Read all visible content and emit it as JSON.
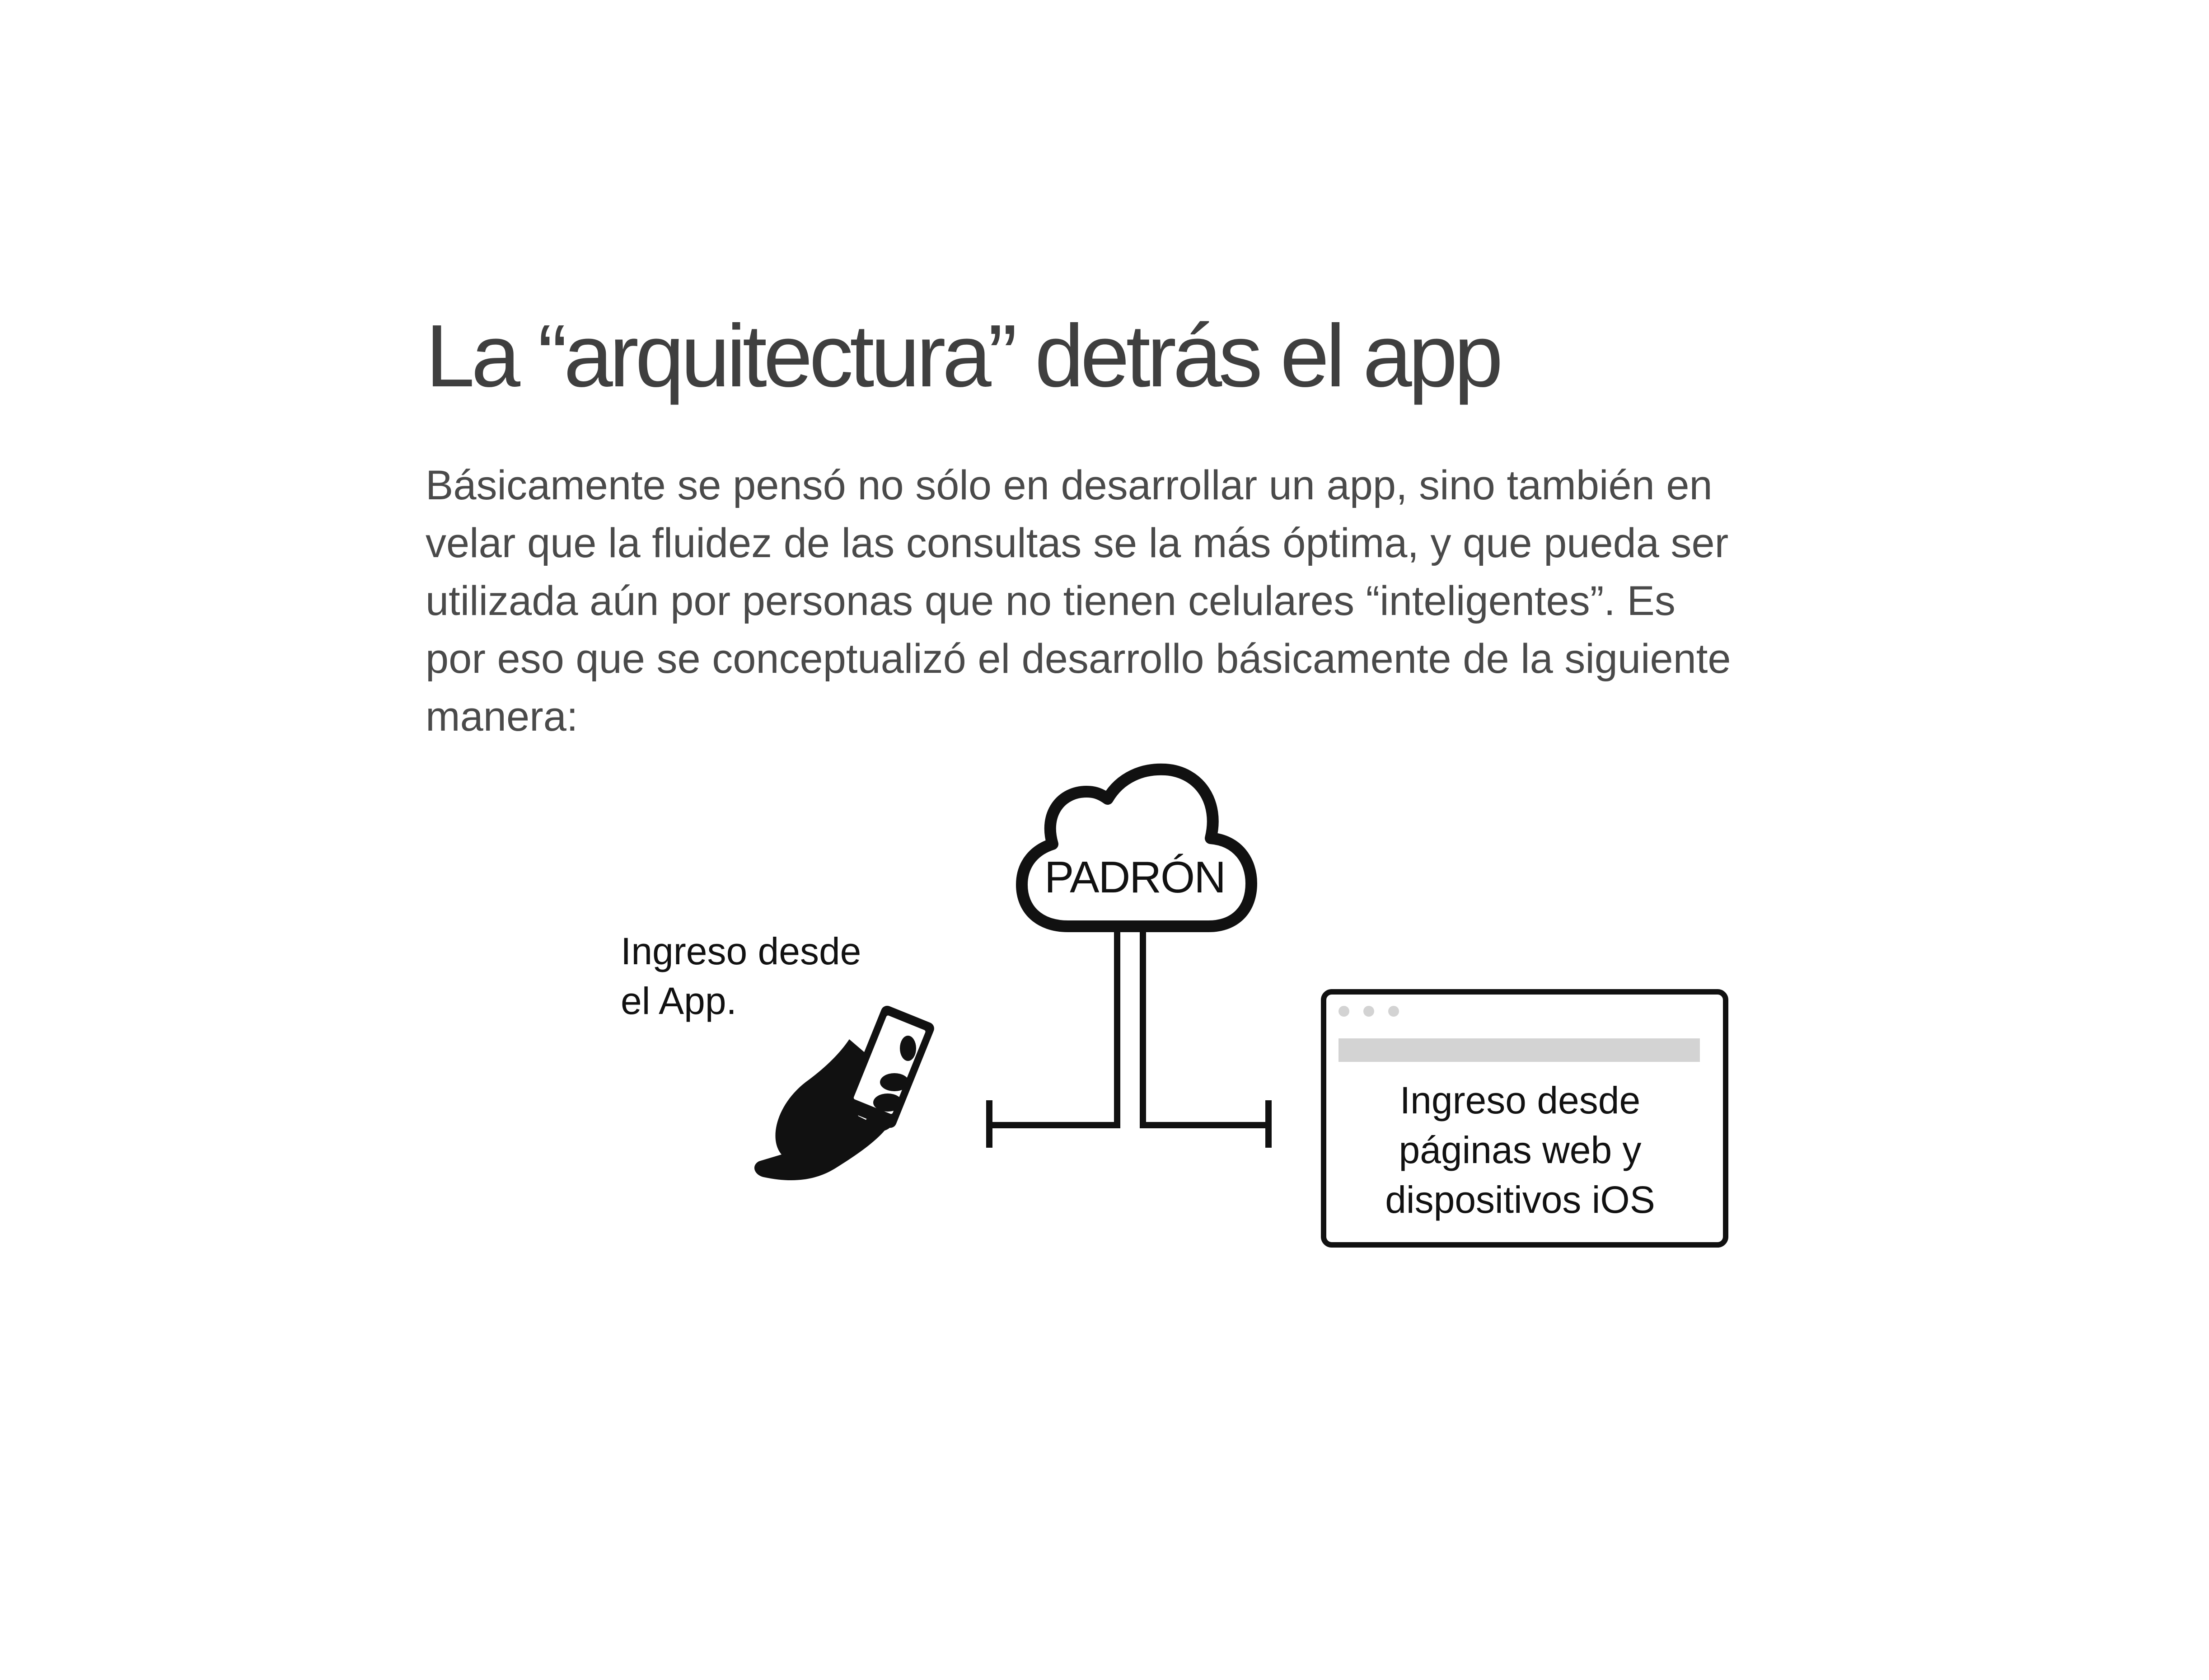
{
  "title": "La “arquitectura” detrás el app",
  "intro": {
    "lines": [
      "Básicamente se pensó no sólo en desarrollar un app, sino también en",
      "velar que la fluidez de las consultas se la más óptima, y que pueda ser",
      "utilizada aún por personas que no tienen celulares “inteligentes”. Es",
      "por eso que se conceptualizó el desarrollo básicamente de la siguiente",
      "manera:"
    ]
  },
  "diagram": {
    "cloud": {
      "label": "PADRÓN",
      "icon": "cloud-icon"
    },
    "app": {
      "label_lines": [
        "Ingreso desde",
        "el App."
      ],
      "icon": "hand-phone-icon"
    },
    "web": {
      "label_lines": [
        "Ingreso desde",
        "páginas web y",
        "dispositivos iOS"
      ],
      "icon": "browser-window-icon"
    },
    "colors": {
      "line": "#111111",
      "text": "#3f3f3f",
      "browser_bar": "#d3d3d3"
    }
  }
}
